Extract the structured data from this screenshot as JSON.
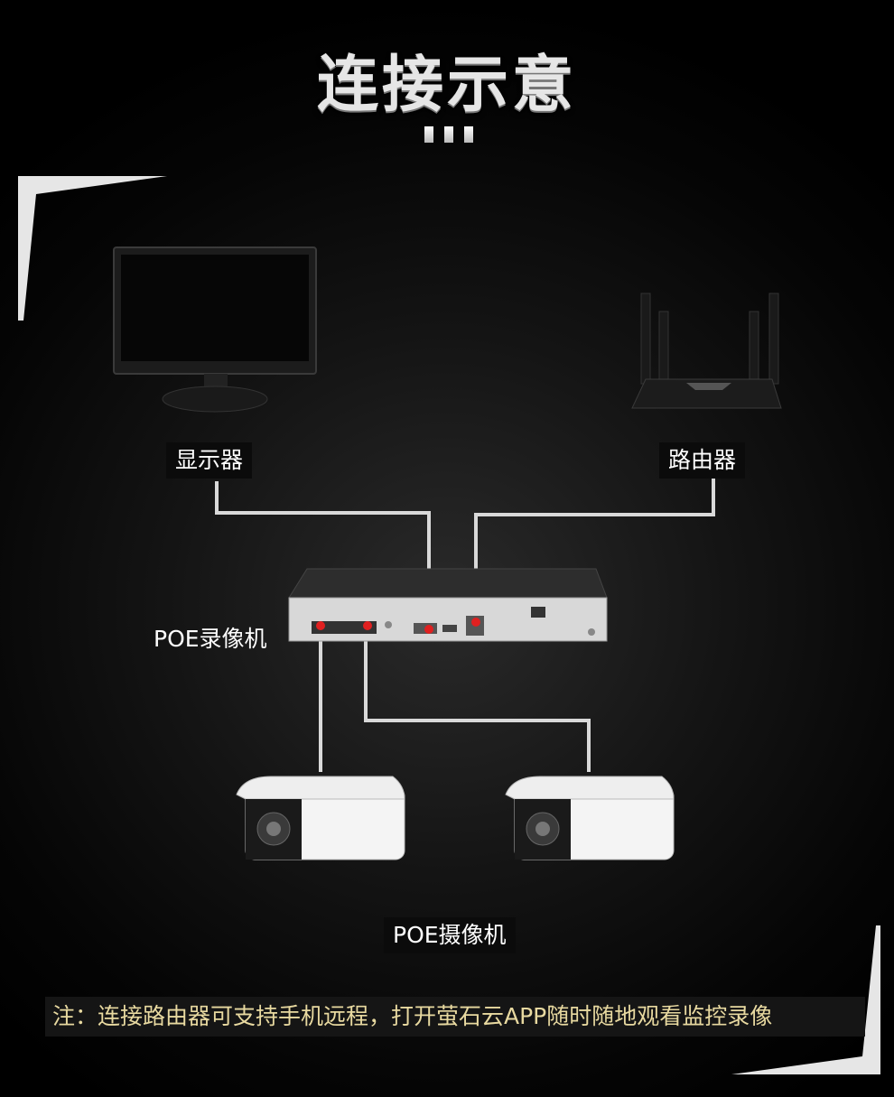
{
  "title": "连接示意",
  "labels": {
    "monitor": "显示器",
    "router": "路由器",
    "nvr": "POE录像机",
    "cameras": "POE摄像机"
  },
  "note": "注：连接路由器可支持手机远程，打开萤石云APP随时随地观看监控录像",
  "colors": {
    "wire": "#d9d9d9",
    "port_accent": "#e02020",
    "note_text": "#e8d9a0"
  }
}
